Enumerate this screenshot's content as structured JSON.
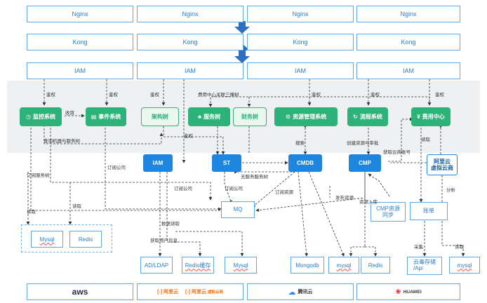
{
  "top": {
    "nginx": [
      "Nginx",
      "Nginx",
      "Nginx",
      "Nginx"
    ],
    "kong": [
      "Kong",
      "Kong",
      "Kong",
      "Kong"
    ],
    "iam": [
      "IAM",
      "IAM",
      "IAM",
      "IAM"
    ]
  },
  "systems": {
    "monitor": "监控系统",
    "event": "事件系统",
    "arch_tree": "架构树",
    "service_tree": "服务树",
    "finance_tree": "财务树",
    "resource_mgmt": "资源管理系统",
    "process": "流程系统",
    "cost_center": "费用中心"
  },
  "core": {
    "iam": "IAM",
    "st": "ST",
    "cmdb": "CMDB",
    "cmp": "CMP",
    "aliyun_virtual": "阿里云\n虚拟云商",
    "mq": "MQ",
    "cmp_sync": "CMP资源\n同步",
    "bill": "账单"
  },
  "storage": {
    "mysql_left": "Mysql",
    "redis_left": "Redis",
    "ad_ldap": "AD/LDAP",
    "redis_cache": "Redis缓存",
    "mysql_mid": "Mysql",
    "mongodb": "Mongodb",
    "mysql_cmdb": "mysql",
    "redis_cmdb": "Redis",
    "cloud_storage": "云毒存储\n/Api",
    "mysql_right": "mysql"
  },
  "labels": {
    "auth1": "鉴权",
    "auth2": "鉴权",
    "auth3": "鉴权",
    "auth4": "鉴权",
    "auth5": "鉴权",
    "auth6": "鉴权",
    "converge": "收敛",
    "cost_link": "费用中心关联三棵树",
    "query_machine": "查询机器与服务树",
    "auth_st": "鉴权",
    "search": "搜索",
    "create_approve": "创建资源与审批",
    "read1": "读取",
    "get_cloud_account": "获取云商账号",
    "sub_service_tree": "订阅服务树",
    "sub_company": "订阅公司",
    "no_service_tree": "无服务服务树",
    "sub_company2": "订阅公司",
    "sub_company3": "订阅公司",
    "sub_resource": "订阅资源",
    "publish_resource": "发布资源",
    "resource_in": "资源入库",
    "analyze": "分析",
    "read2": "读取",
    "read3": "读取",
    "data_read": "数据读取",
    "get_user_info": "获取用户信息",
    "collect": "采集",
    "read4": "读取"
  },
  "clouds": {
    "aws": "aws",
    "aliyun1": "阿里云",
    "aliyun2": "阿里云",
    "aliyun2_sub": "虚拟云商",
    "tencent": "腾讯云",
    "huawei": "HUAWEI"
  },
  "colors": {
    "green": "#2db37a",
    "blue": "#1f86e0",
    "lane": "#eef0f2",
    "border": "#5aa9e6"
  }
}
